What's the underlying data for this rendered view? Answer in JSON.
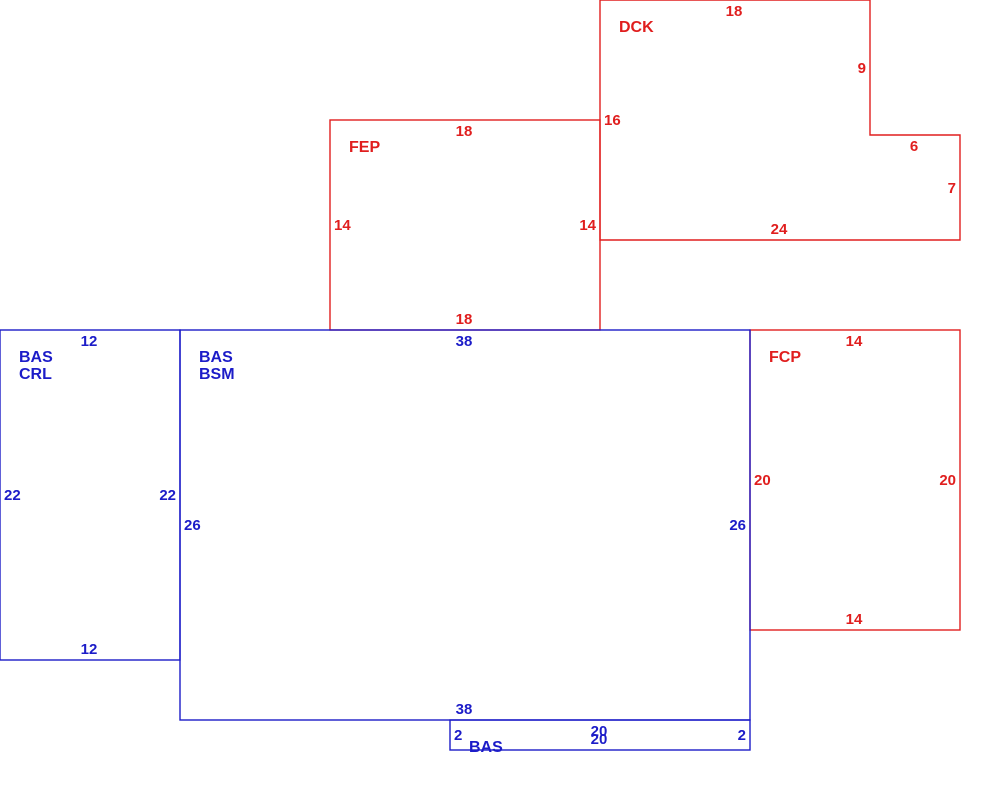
{
  "colors": {
    "living_area": "#1c1cc8",
    "exterior": "#e01e1e",
    "background": "#ffffff"
  },
  "areas": {
    "bas_crl": {
      "codes": [
        "BAS",
        "CRL"
      ],
      "dims": {
        "top": "12",
        "bottom": "12",
        "left": "22",
        "right": "22"
      }
    },
    "bas_bsm": {
      "codes": [
        "BAS",
        "BSM"
      ],
      "dims": {
        "top": "38",
        "bottom": "38",
        "left": "26",
        "right": "26"
      }
    },
    "bas_small": {
      "codes": [
        "BAS"
      ],
      "dims": {
        "top": "20",
        "bottom": "20",
        "left": "2",
        "right": "2"
      }
    },
    "fep": {
      "codes": [
        "FEP"
      ],
      "dims": {
        "top": "18",
        "bottom": "18",
        "left": "14",
        "right": "14"
      }
    },
    "dck": {
      "codes": [
        "DCK"
      ],
      "dims": {
        "top": "18",
        "right_upper": "9",
        "step": "6",
        "right_lower": "7",
        "bottom": "24",
        "left": "16"
      }
    },
    "fcp": {
      "codes": [
        "FCP"
      ],
      "dims": {
        "top": "14",
        "bottom": "14",
        "left": "20",
        "right": "20"
      }
    }
  }
}
